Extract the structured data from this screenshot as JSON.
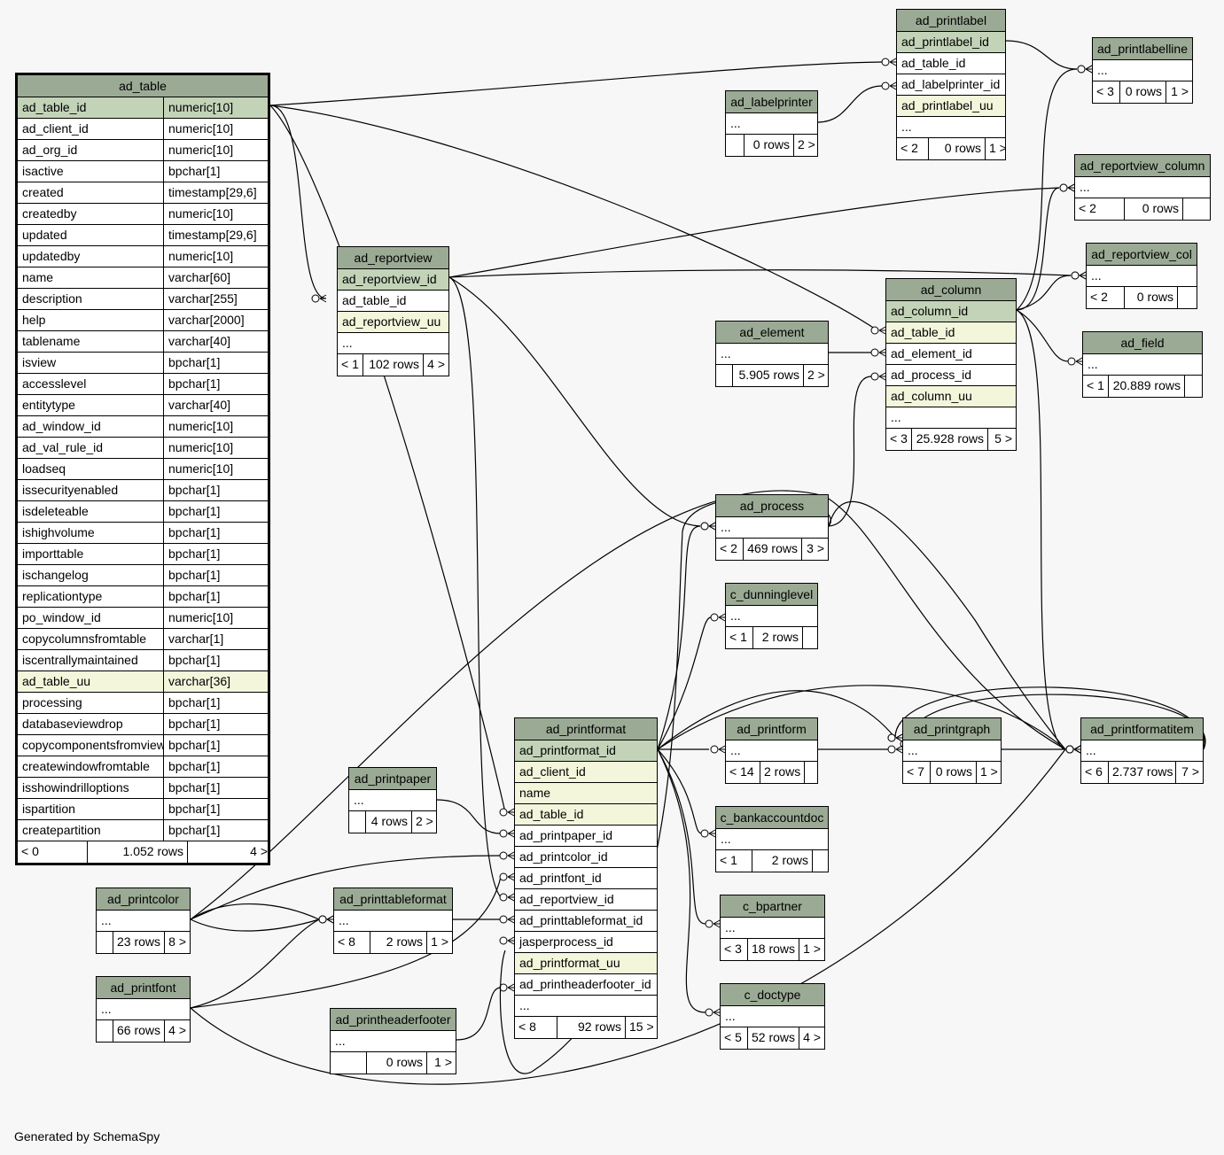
{
  "footer": "Generated by SchemaSpy",
  "colors": {
    "header": "#9baa94",
    "primary_key": "#c3d3b8",
    "foreign_key": "#f4f6dc",
    "background": "#f7f7f7"
  },
  "ad_table": {
    "name": "ad_table",
    "columns": [
      {
        "name": "ad_table_id",
        "type": "numeric[10]"
      },
      {
        "name": "ad_client_id",
        "type": "numeric[10]"
      },
      {
        "name": "ad_org_id",
        "type": "numeric[10]"
      },
      {
        "name": "isactive",
        "type": "bpchar[1]"
      },
      {
        "name": "created",
        "type": "timestamp[29,6]"
      },
      {
        "name": "createdby",
        "type": "numeric[10]"
      },
      {
        "name": "updated",
        "type": "timestamp[29,6]"
      },
      {
        "name": "updatedby",
        "type": "numeric[10]"
      },
      {
        "name": "name",
        "type": "varchar[60]"
      },
      {
        "name": "description",
        "type": "varchar[255]"
      },
      {
        "name": "help",
        "type": "varchar[2000]"
      },
      {
        "name": "tablename",
        "type": "varchar[40]"
      },
      {
        "name": "isview",
        "type": "bpchar[1]"
      },
      {
        "name": "accesslevel",
        "type": "bpchar[1]"
      },
      {
        "name": "entitytype",
        "type": "varchar[40]"
      },
      {
        "name": "ad_window_id",
        "type": "numeric[10]"
      },
      {
        "name": "ad_val_rule_id",
        "type": "numeric[10]"
      },
      {
        "name": "loadseq",
        "type": "numeric[10]"
      },
      {
        "name": "issecurityenabled",
        "type": "bpchar[1]"
      },
      {
        "name": "isdeleteable",
        "type": "bpchar[1]"
      },
      {
        "name": "ishighvolume",
        "type": "bpchar[1]"
      },
      {
        "name": "importtable",
        "type": "bpchar[1]"
      },
      {
        "name": "ischangelog",
        "type": "bpchar[1]"
      },
      {
        "name": "replicationtype",
        "type": "bpchar[1]"
      },
      {
        "name": "po_window_id",
        "type": "numeric[10]"
      },
      {
        "name": "copycolumnsfromtable",
        "type": "varchar[1]"
      },
      {
        "name": "iscentrallymaintained",
        "type": "bpchar[1]"
      },
      {
        "name": "ad_table_uu",
        "type": "varchar[36]"
      },
      {
        "name": "processing",
        "type": "bpchar[1]"
      },
      {
        "name": "databaseviewdrop",
        "type": "bpchar[1]"
      },
      {
        "name": "copycomponentsfromview",
        "type": "bpchar[1]"
      },
      {
        "name": "createwindowfromtable",
        "type": "bpchar[1]"
      },
      {
        "name": "isshowindrilloptions",
        "type": "bpchar[1]"
      },
      {
        "name": "ispartition",
        "type": "bpchar[1]"
      },
      {
        "name": "createpartition",
        "type": "bpchar[1]"
      }
    ],
    "stats": [
      "< 0",
      "1.052 rows",
      "4 >"
    ]
  },
  "ad_reportview": {
    "name": "ad_reportview",
    "columns": [
      "ad_reportview_id",
      "ad_table_id",
      "ad_reportview_uu",
      "..."
    ],
    "stats": [
      "< 1",
      "102 rows",
      "4 >"
    ]
  },
  "ad_printlabel": {
    "name": "ad_printlabel",
    "columns": [
      "ad_printlabel_id",
      "ad_table_id",
      "ad_labelprinter_id",
      "ad_printlabel_uu",
      "..."
    ],
    "stats": [
      "< 2",
      "0 rows",
      "1 >"
    ]
  },
  "ad_labelprinter": {
    "name": "ad_labelprinter",
    "columns": [
      "..."
    ],
    "stats": [
      "",
      "0 rows",
      "2 >"
    ]
  },
  "ad_printlabelline": {
    "name": "ad_printlabelline",
    "columns": [
      "..."
    ],
    "stats": [
      "< 3",
      "0 rows",
      "1 >"
    ]
  },
  "ad_reportview_column": {
    "name": "ad_reportview_column",
    "columns": [
      "..."
    ],
    "stats": [
      "< 2",
      "0 rows",
      ""
    ]
  },
  "ad_reportview_col": {
    "name": "ad_reportview_col",
    "columns": [
      "..."
    ],
    "stats": [
      "< 2",
      "0 rows",
      ""
    ]
  },
  "ad_column": {
    "name": "ad_column",
    "columns": [
      "ad_column_id",
      "ad_table_id",
      "ad_element_id",
      "ad_process_id",
      "ad_column_uu",
      "..."
    ],
    "stats": [
      "< 3",
      "25.928 rows",
      "5 >"
    ]
  },
  "ad_field": {
    "name": "ad_field",
    "columns": [
      "..."
    ],
    "stats": [
      "< 1",
      "20.889 rows",
      ""
    ]
  },
  "ad_element": {
    "name": "ad_element",
    "columns": [
      "..."
    ],
    "stats": [
      "",
      "5.905 rows",
      "2 >"
    ]
  },
  "ad_process": {
    "name": "ad_process",
    "columns": [
      "..."
    ],
    "stats": [
      "< 2",
      "469 rows",
      "3 >"
    ]
  },
  "c_dunninglevel": {
    "name": "c_dunninglevel",
    "columns": [
      "..."
    ],
    "stats": [
      "< 1",
      "2 rows",
      ""
    ]
  },
  "ad_printform": {
    "name": "ad_printform",
    "columns": [
      "..."
    ],
    "stats": [
      "< 14",
      "2 rows",
      ""
    ]
  },
  "c_bankaccountdoc": {
    "name": "c_bankaccountdoc",
    "columns": [
      "..."
    ],
    "stats": [
      "< 1",
      "2 rows",
      ""
    ]
  },
  "c_bpartner": {
    "name": "c_bpartner",
    "columns": [
      "..."
    ],
    "stats": [
      "< 3",
      "18 rows",
      "1 >"
    ]
  },
  "c_doctype": {
    "name": "c_doctype",
    "columns": [
      "..."
    ],
    "stats": [
      "< 5",
      "52 rows",
      "4 >"
    ]
  },
  "ad_printgraph": {
    "name": "ad_printgraph",
    "columns": [
      "..."
    ],
    "stats": [
      "< 7",
      "0 rows",
      "1 >"
    ]
  },
  "ad_printformatitem": {
    "name": "ad_printformatitem",
    "columns": [
      "..."
    ],
    "stats": [
      "< 6",
      "2.737 rows",
      "7 >"
    ]
  },
  "ad_printformat": {
    "name": "ad_printformat",
    "columns": [
      "ad_printformat_id",
      "ad_client_id",
      "name",
      "ad_table_id",
      "ad_printpaper_id",
      "ad_printcolor_id",
      "ad_printfont_id",
      "ad_reportview_id",
      "ad_printtableformat_id",
      "jasperprocess_id",
      "ad_printformat_uu",
      "ad_printheaderfooter_id",
      "..."
    ],
    "stats": [
      "< 8",
      "92 rows",
      "15 >"
    ]
  },
  "ad_printpaper": {
    "name": "ad_printpaper",
    "columns": [
      "..."
    ],
    "stats": [
      "",
      "4 rows",
      "2 >"
    ]
  },
  "ad_printcolor": {
    "name": "ad_printcolor",
    "columns": [
      "..."
    ],
    "stats": [
      "",
      "23 rows",
      "8 >"
    ]
  },
  "ad_printtableformat": {
    "name": "ad_printtableformat",
    "columns": [
      "..."
    ],
    "stats": [
      "< 8",
      "2 rows",
      "1 >"
    ]
  },
  "ad_printfont": {
    "name": "ad_printfont",
    "columns": [
      "..."
    ],
    "stats": [
      "",
      "66 rows",
      "4 >"
    ]
  },
  "ad_printheaderfooter": {
    "name": "ad_printheaderfooter",
    "columns": [
      "..."
    ],
    "stats": [
      "",
      "0 rows",
      "1 >"
    ]
  }
}
